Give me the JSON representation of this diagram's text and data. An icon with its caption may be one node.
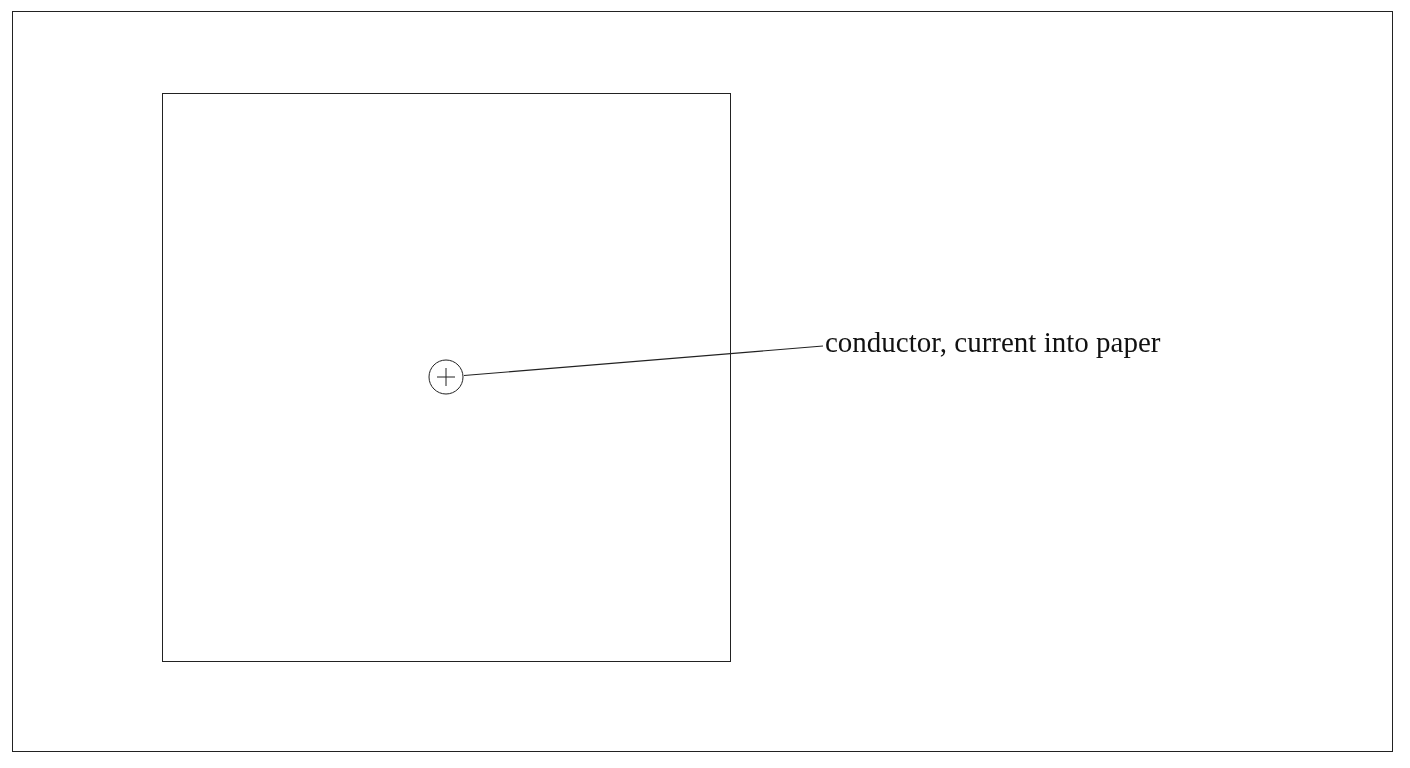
{
  "diagram": {
    "nodes": [
      {
        "text": [],
        "shape": "box"
      },
      {
        "text": [],
        "shape": "circle",
        "in": 0
      },
      {
        "text": [
          "conductor, current into paper"
        ]
      }
    ],
    "edges": [
      {
        "from": 2,
        "to": 1,
        "arrow": "none"
      }
    ]
  }
}
